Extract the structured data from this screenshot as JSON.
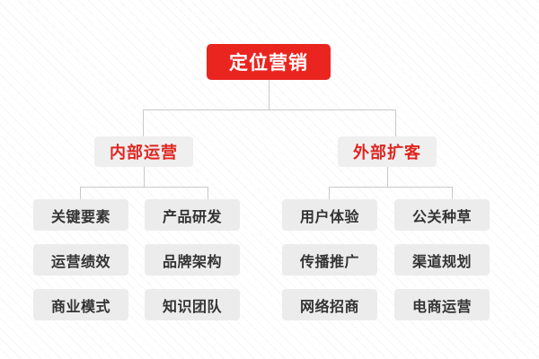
{
  "diagram": {
    "type": "organizational-tree",
    "title": "定位营销",
    "colors": {
      "root_background": "#ea2520",
      "root_text": "#ffffff",
      "branch_background": "#efefef",
      "branch_text": "#e02520",
      "leaf_background": "#ececec",
      "leaf_text": "#333333",
      "connector_line": "#c9c9c9",
      "page_background": "#ffffff"
    },
    "root": {
      "label": "定位营销"
    },
    "branches": [
      {
        "label": "内部运营",
        "columns": [
          {
            "items": [
              "关键要素",
              "运营绩效",
              "商业模式"
            ]
          },
          {
            "items": [
              "产品研发",
              "品牌架构",
              "知识团队"
            ]
          }
        ]
      },
      {
        "label": "外部扩客",
        "columns": [
          {
            "items": [
              "用户体验",
              "传播推广",
              "网络招商"
            ]
          },
          {
            "items": [
              "公关种草",
              "渠道规划",
              "电商运营"
            ]
          }
        ]
      }
    ]
  }
}
